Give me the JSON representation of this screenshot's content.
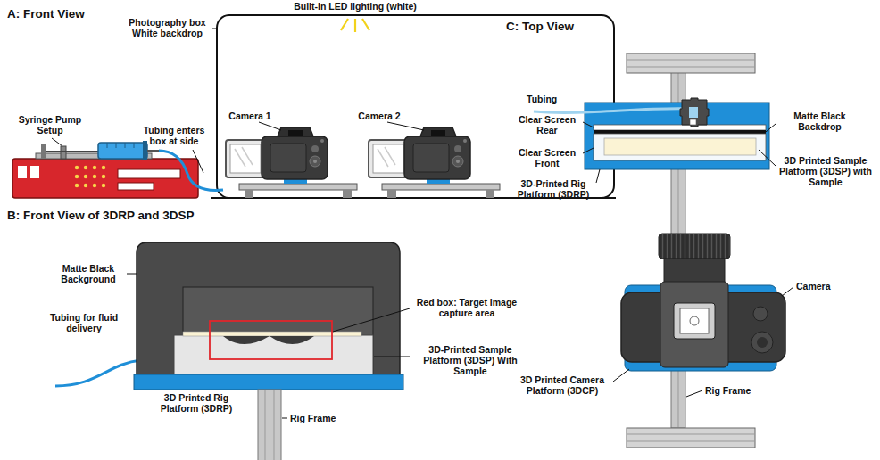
{
  "diagram": {
    "labels": [
      "A: Front View",
      "Built-in LED lighting (white)",
      "Photography box White backdrop",
      "Syringe Pump Setup",
      "Tubing enters box at side",
      "Camera 1",
      "Camera 2",
      "B: Front View of 3DRP and 3DSP",
      "Matte Black Background",
      "Tubing for fluid delivery",
      "Red box: Target image capture area",
      "3D-Printed Sample Platform (3DSP) With Sample",
      "3D Printed Rig Platform (3DRP)",
      "Rig Frame",
      "C: Top View",
      "Tubing",
      "Clear Screen Rear",
      "Clear Screen Front",
      "3D-Printed Rig Platform (3DRP)",
      "Matte Black Backdrop",
      "3D Printed Sample Platform (3DSP) with Sample",
      "Camera",
      "3D Printed Camera Platform (3DCP)",
      "Rig Frame"
    ]
  }
}
